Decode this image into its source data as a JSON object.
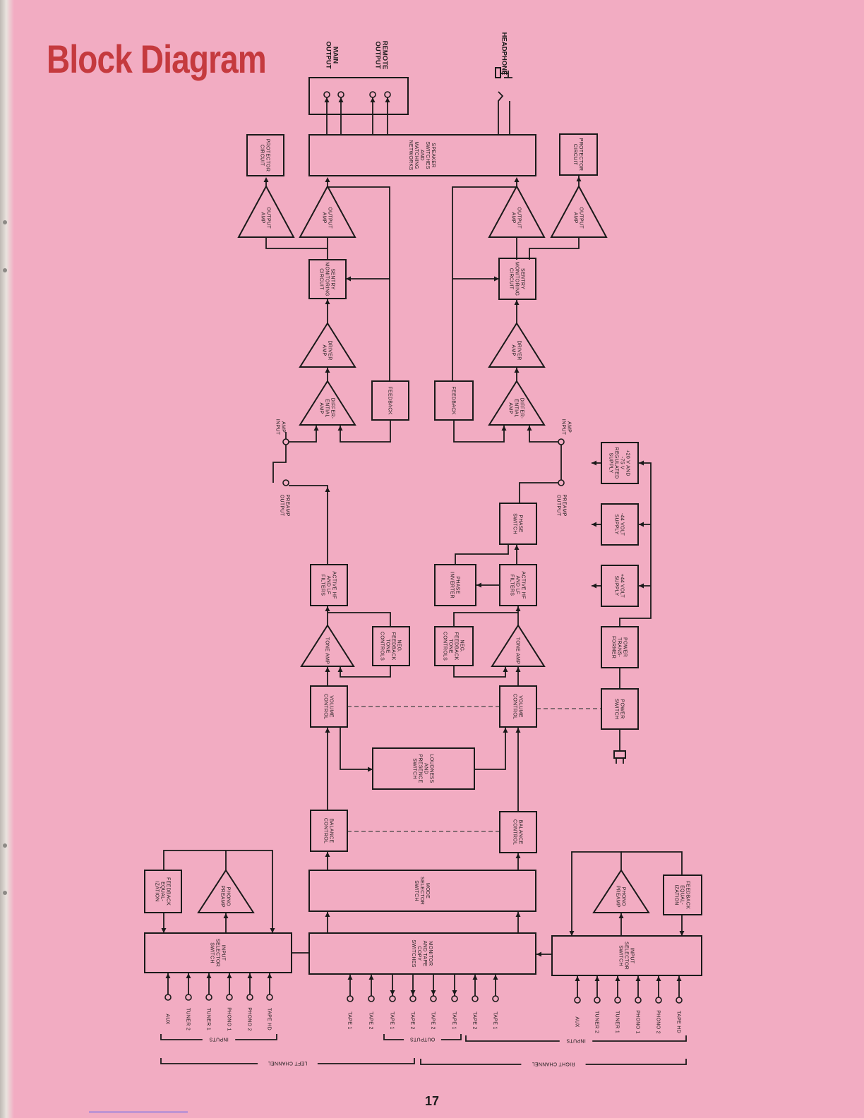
{
  "title": "Block Diagram",
  "page_number": "17",
  "outputs": {
    "main_output": "MAIN OUTPUT",
    "remote_output": "REMOTE OUTPUT",
    "headphone": "HEADPHONE"
  },
  "blocks": {
    "speaker_switches": "SPEAKER SWITCHES AND MATCHING NETWORKS",
    "protector_left": "PROTECTOR CIRCUIT",
    "protector_right": "PROTECTOR CIRCUIT",
    "output_amp_l1": "OUTPUT AMP",
    "output_amp_l2": "OUTPUT AMP",
    "output_amp_r1": "OUTPUT AMP",
    "output_amp_r2": "OUTPUT AMP",
    "sentry_left": "SENTRY MONITORING CIRCUIT",
    "sentry_right": "SENTRY MONITORING CIRCUIT",
    "driver_left": "DRIVER AMP",
    "driver_right": "DRIVER AMP",
    "diff_left": "DIFFER- ENTIAL AMP",
    "diff_right": "DIFFER- ENTIAL AMP",
    "feedback_left": "FEEDBACK",
    "feedback_right": "FEEDBACK",
    "amp_input_left": "AMP INPUT",
    "amp_input_right": "AMP INPUT",
    "preamp_output_left": "PREAMP OUTPUT",
    "preamp_output_right": "PREAMP OUTPUT",
    "supply_20": "+20 V AND -75 V REGULATED SUPPLY",
    "supply_neg44": "-44 VOLT SUPPLY",
    "supply_pos44": "+44 VOLT SUPPLY",
    "phase_switch": "PHASE SWITCH",
    "phase_inverter": "PHASE INVERTER",
    "filters_left": "ACTIVE HF AND LF FILTERS",
    "filters_right": "ACTIVE HF AND LF FILTERS",
    "tone_amp_left": "TONE AMP",
    "tone_amp_right": "TONE AMP",
    "neg_feedback_left": "NEG. FEEDBACK TONE CONTROLS",
    "neg_feedback_right": "NEG. FEEDBACK TONE CONTROLS",
    "power_transformer": "POWER TRANS- FORMER",
    "volume_left": "VOLUME CONTROL",
    "volume_right": "VOLUME CONTROL",
    "power_switch": "POWER SWITCH",
    "loudness": "LOUDNESS AND PRESENCE SWITCH",
    "balance_left": "BALANCE CONTROL",
    "balance_right": "BALANCE CONTROL",
    "feedback_eq_left": "FEEDBACK EQUAL- IZATION",
    "feedback_eq_right": "FEEDBACK EQUAL- IZATION",
    "phono_preamp_left": "PHONO PREAMP",
    "phono_preamp_right": "PHONO PREAMP",
    "mode_selector": "MODE SELECTOR SWITCH",
    "input_selector_left": "INPUT SELECTOR SWITCH",
    "input_selector_right": "INPUT SELECTOR SWITCH",
    "monitor_switches": "MONITOR AND TAPE COPY SWITCHES"
  },
  "left_inputs": [
    "AUX",
    "TUNER 2",
    "TUNER 1",
    "PHONO 1",
    "PHONO 2",
    "TAPE HD"
  ],
  "monitor_terminals": [
    "TAPE 1",
    "TAPE 2",
    "TAPE 1",
    "TAPE 2",
    "TAPE 2",
    "TAPE 1",
    "TAPE 2",
    "TAPE 1"
  ],
  "right_inputs": [
    "AUX",
    "TUNER 2",
    "TUNER 1",
    "PHONO 1",
    "PHONO 2",
    "TAPE HD"
  ],
  "group_labels": {
    "inputs_left": "INPUTS",
    "outputs": "OUTPUTS",
    "inputs_right": "INPUTS",
    "left_channel": "LEFT CHANNEL",
    "right_channel": "RIGHT CHANNEL"
  }
}
